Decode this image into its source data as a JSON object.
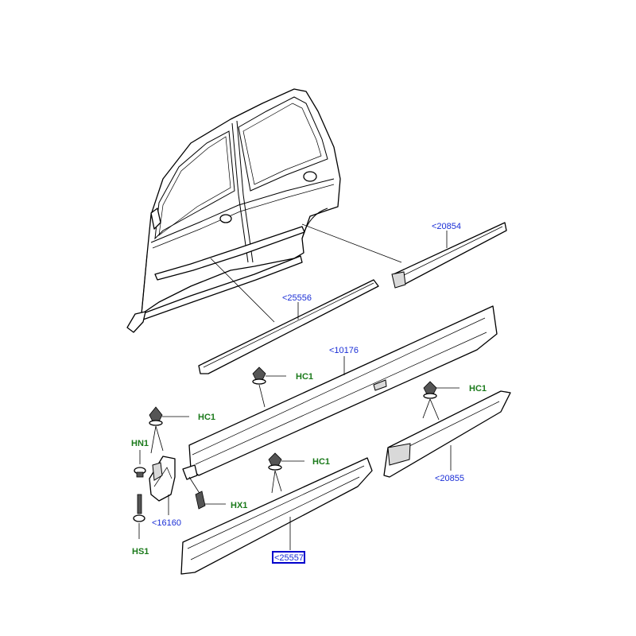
{
  "labels": {
    "ref_20854": "<20854",
    "ref_25556": "<25556",
    "ref_10176": "<10176",
    "ref_16160": "<16160",
    "ref_20855": "<20855",
    "ref_25557": "<25557",
    "hc1_a": "HC1",
    "hc1_b": "HC1",
    "hc1_c": "HC1",
    "hc1_d": "HC1",
    "hn1": "HN1",
    "hx1": "HX1",
    "hs1": "HS1"
  },
  "colors": {
    "reference_link": "#1a2ed6",
    "fastener_code": "#1b7a1b",
    "selected_box": "#0000cc"
  }
}
